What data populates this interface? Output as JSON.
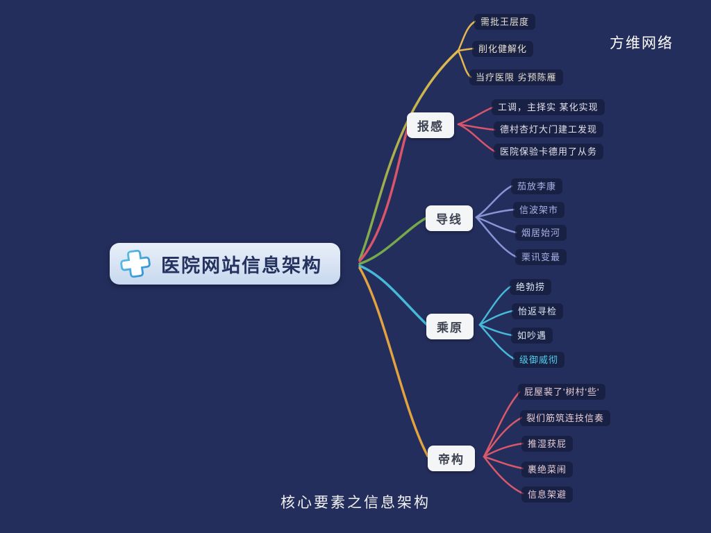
{
  "page": {
    "brand": "方维网络",
    "caption": "核心要素之信息架构",
    "background_color": "#242e5c"
  },
  "mindmap": {
    "root": {
      "label": "医院网站信息架构",
      "icon": "medical-cross-icon",
      "bg_color": "#d3e0f2",
      "text_color": "#25315e"
    },
    "branches": [
      {
        "label": "",
        "color": "#e5b94e",
        "leaf_line_color": "#e5b94e",
        "leaves": [
          "需批王层度",
          "削化健解化",
          "当疗医限 劣预陈雁"
        ]
      },
      {
        "label": "报感",
        "color": "#d9556b",
        "leaf_line_color": "#d9556b",
        "leaves": [
          "工调，主择实 某化实现",
          "德村杏灯大门建工发现",
          "医院保验卡德用了从务"
        ]
      },
      {
        "label": "导线",
        "color": "#76a84c",
        "leaf_line_color": "#8b95d6",
        "leaves": [
          "茄放李康",
          "信波架市",
          "烟居始河",
          "栗讯变最"
        ]
      },
      {
        "label": "乘原",
        "color": "#46b9d9",
        "leaf_line_color": "#46b9d9",
        "leaves": [
          "绝勃捞",
          "怡返寻检",
          "如吵遇",
          "级御威彻"
        ]
      },
      {
        "label": "帝构",
        "color": "#e2a23f",
        "leaf_line_color": "#d8596b",
        "leaves": [
          "屁屋裴了'树村'些'",
          "裂们筋筑连技信奏",
          "推湿获屁",
          "裹绝菜闹",
          "信息架避"
        ]
      }
    ]
  }
}
